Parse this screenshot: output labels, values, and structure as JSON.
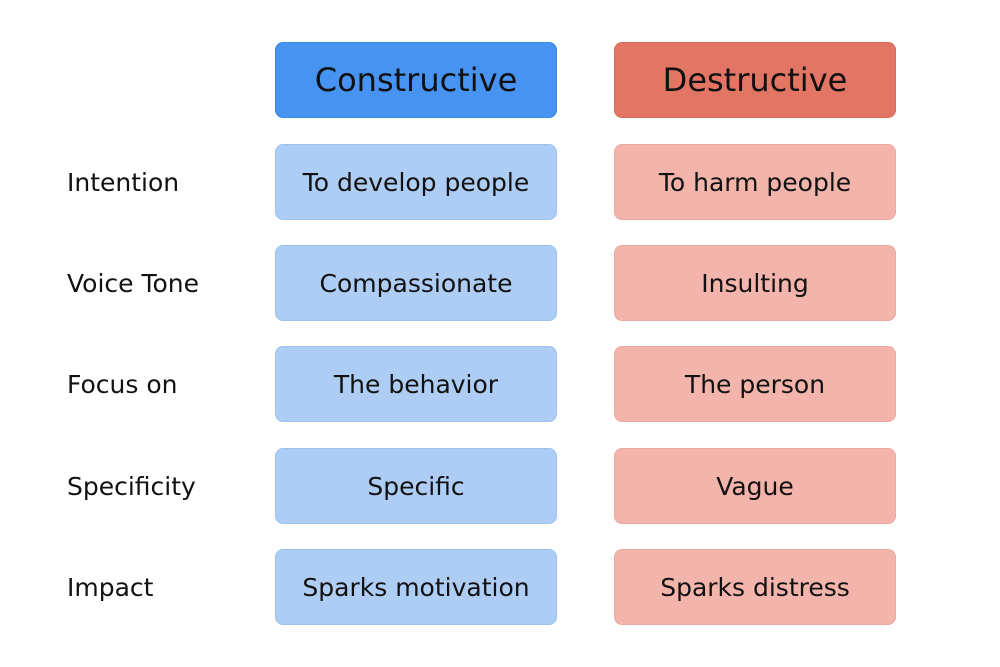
{
  "columns": {
    "constructive": "Constructive",
    "destructive": "Destructive"
  },
  "rows": [
    {
      "label": "Intention",
      "constructive": "To develop people",
      "destructive": "To harm people"
    },
    {
      "label": "Voice Tone",
      "constructive": "Compassionate",
      "destructive": "Insulting"
    },
    {
      "label": "Focus on",
      "constructive": "The behavior",
      "destructive": "The person"
    },
    {
      "label": "Specificity",
      "constructive": "Specific",
      "destructive": "Vague"
    },
    {
      "label": "Impact",
      "constructive": "Sparks motivation",
      "destructive": "Sparks distress"
    }
  ],
  "colors": {
    "constructive_header": "#4693f2",
    "destructive_header": "#e37565",
    "constructive_cell": "#aecdf4",
    "destructive_cell": "#f2b4ab"
  }
}
